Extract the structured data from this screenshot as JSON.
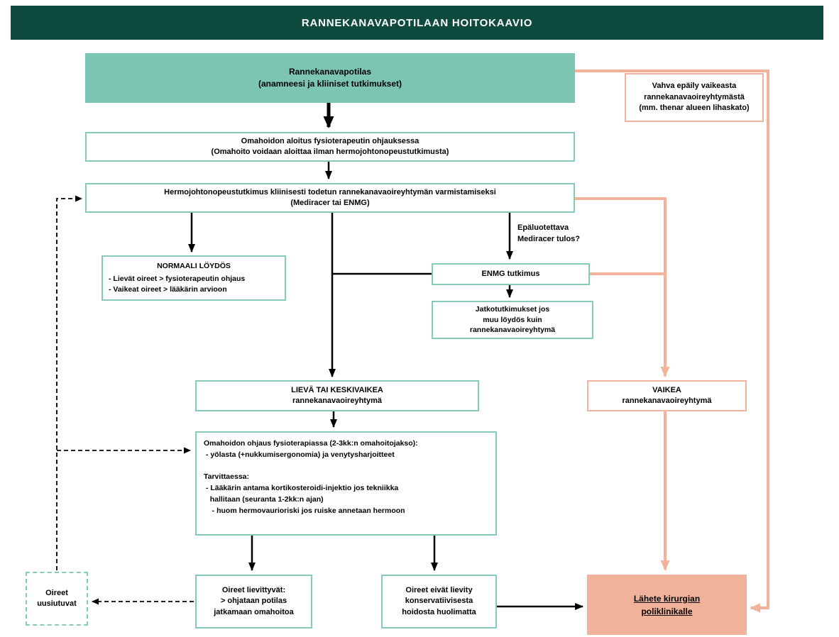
{
  "colors": {
    "header_bg": "#0e4a3e",
    "teal_fill": "#7cc5b3",
    "teal_border": "#85c9b8",
    "salmon": "#f2b39c",
    "salmon_fill": "#f0b29b",
    "text": "#000000"
  },
  "header": {
    "title": "RANNEKANAVAPOTILAAN HOITOKAAVIO"
  },
  "nodes": {
    "patient": {
      "text": "Rannekanavapotilas\n(anamneesi ja kliiniset tutkimukset)"
    },
    "suspicion": {
      "text": "Vahva epäily vaikeasta\nrannekanavaoireyhtymästä\n(mm. thenar alueen lihaskato)"
    },
    "selfcare_start": {
      "text": "Omahoidon aloitus fysioterapeutin ohjauksessa\n(Omahoito voidaan aloittaa ilman hermojohtonopeustutkimusta)"
    },
    "nerve_test": {
      "text": "Hermojohtonopeustutkimus kliinisesti todetun rannekanavaoireyhtymän varmistamiseksi\n(Mediracer tai ENMG)"
    },
    "normal_finding": {
      "title": "NORMAALI LÖYDÖS",
      "body": "- Lievät oireet > fysioterapeutin ohjaus\n- Vaikeat oireet > lääkärin arvioon"
    },
    "mediracer_question": {
      "text": "Epäluotettava\nMediracer tulos?"
    },
    "enmg": {
      "text": "ENMG tutkimus"
    },
    "further_tests": {
      "text": "Jatkotutkimukset jos\nmuu löydös kuin\nrannekanavaoireyhtymä"
    },
    "mild_moderate": {
      "text": "LIEVÄ TAI KESKIVAIKEA\nrannekanavaoireyhtymä"
    },
    "severe": {
      "text": "VAIKEA\nrannekanavaoireyhtymä"
    },
    "selfcare_guidance": {
      "text": "Omahoidon ohjaus fysioterapiassa (2-3kk:n omahoitojakso):\n - yölasta (+nukkumisergonomia) ja venytysharjoitteet\n\nTarvittaessa:\n - Lääkärin antama kortikosteroidi-injektio jos tekniikka\n   hallitaan (seuranta 1-2kk:n ajan)\n    - huom hermovaurioriski jos ruiske annetaan hermoon"
    },
    "symptoms_recur": {
      "text": "Oireet\nuusiutuvat"
    },
    "symptoms_relieved": {
      "text": "Oireet lievittyvät:\n> ohjataan potilas\njatkamaan omahoitoa"
    },
    "symptoms_not_relieved": {
      "text": "Oireet eivät lievity\nkonservatiivisesta\nhoidosta huolimatta"
    },
    "referral": {
      "text": "Lähete kirurgian\npoliklinikalle"
    }
  }
}
